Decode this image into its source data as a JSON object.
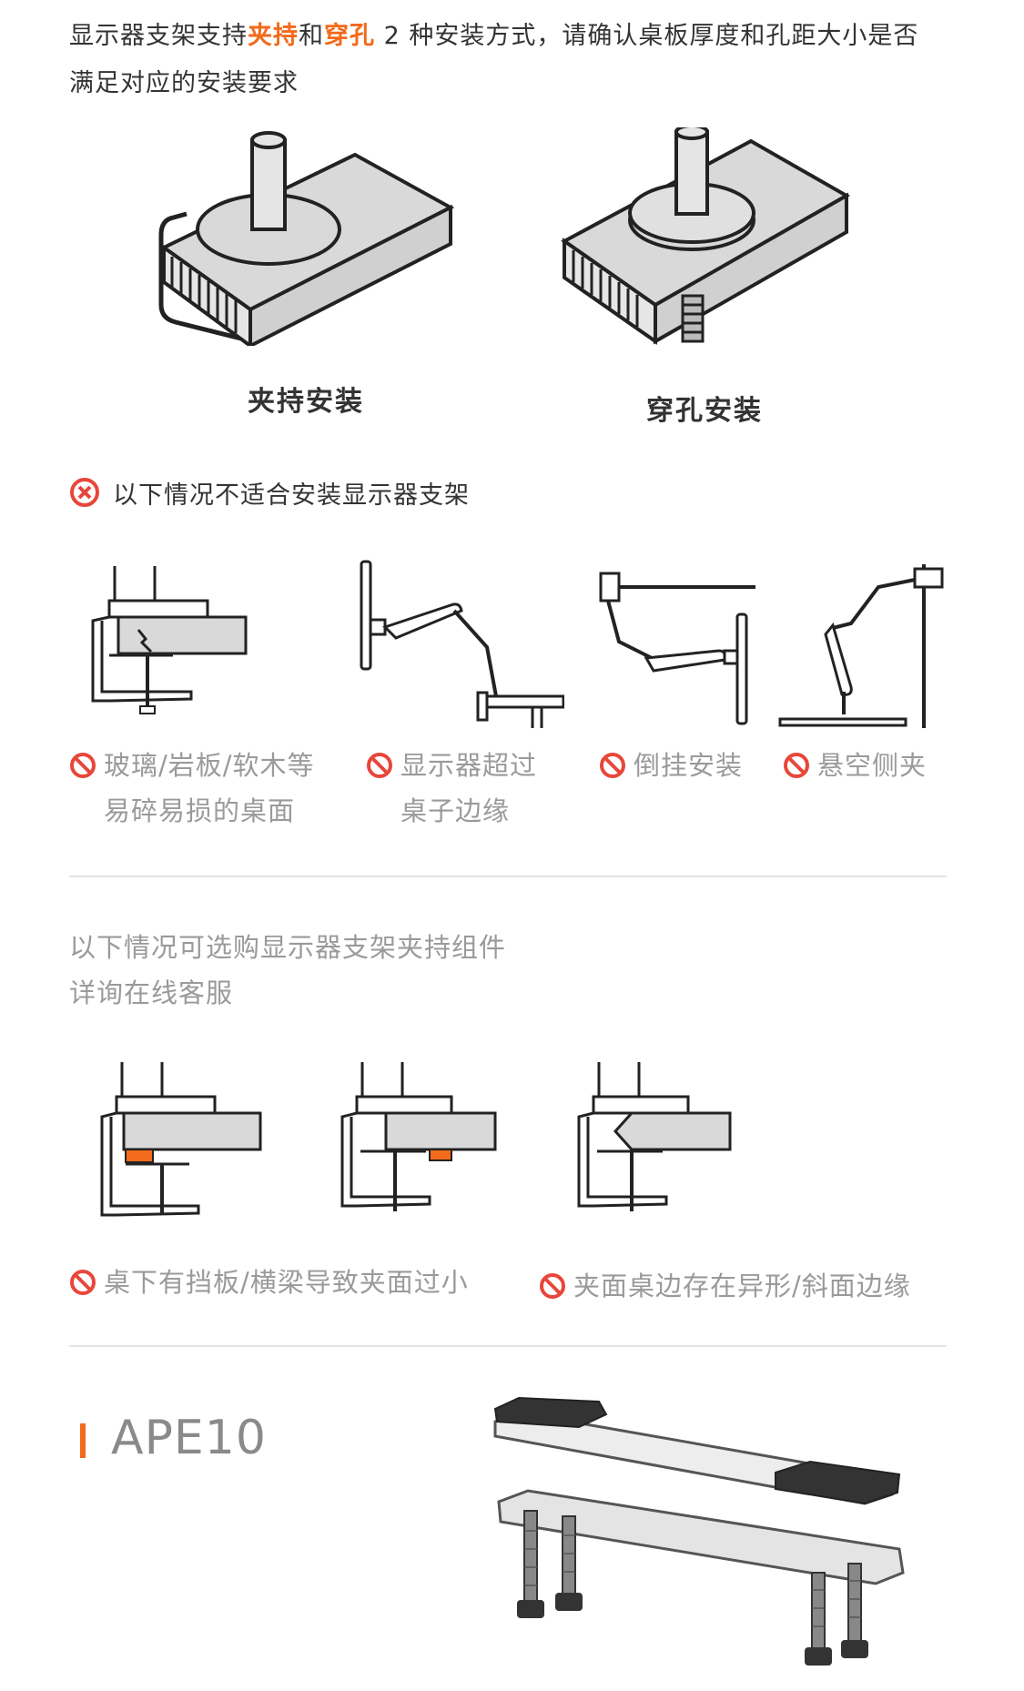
{
  "intro": {
    "part1": "显示器支架支持",
    "clamp": "夹持",
    "and": "和",
    "grommet": "穿孔",
    "part2": " 2 种安装方式，请确认桌板厚度和孔距大小是否满足对应的安装要求"
  },
  "mount": {
    "clamp_caption": "夹持安装",
    "grommet_caption": "穿孔安装"
  },
  "unsuitable": {
    "title": "以下情况不适合安装显示器支架",
    "items": [
      {
        "line1": "玻璃/岩板/软木等",
        "line2": "易碎易损的桌面"
      },
      {
        "line1": "显示器超过",
        "line2": "桌子边缘"
      },
      {
        "line1": "倒挂安装",
        "line2": ""
      },
      {
        "line1": "悬空侧夹",
        "line2": ""
      }
    ]
  },
  "optional": {
    "line1": "以下情况可选购显示器支架夹持组件",
    "line2": "详询在线客服",
    "items": [
      {
        "label": "桌下有挡板/横梁导致夹面过小"
      },
      {
        "label": "夹面桌边存在异形/斜面边缘"
      }
    ]
  },
  "product": {
    "model": "APE10"
  },
  "colors": {
    "accent": "#f26a1b",
    "warning_red": "#e8463a",
    "gray_text": "#9a9a9a"
  },
  "icons": {
    "error": "x-circle-icon",
    "prohibited": "no-entry-icon"
  }
}
